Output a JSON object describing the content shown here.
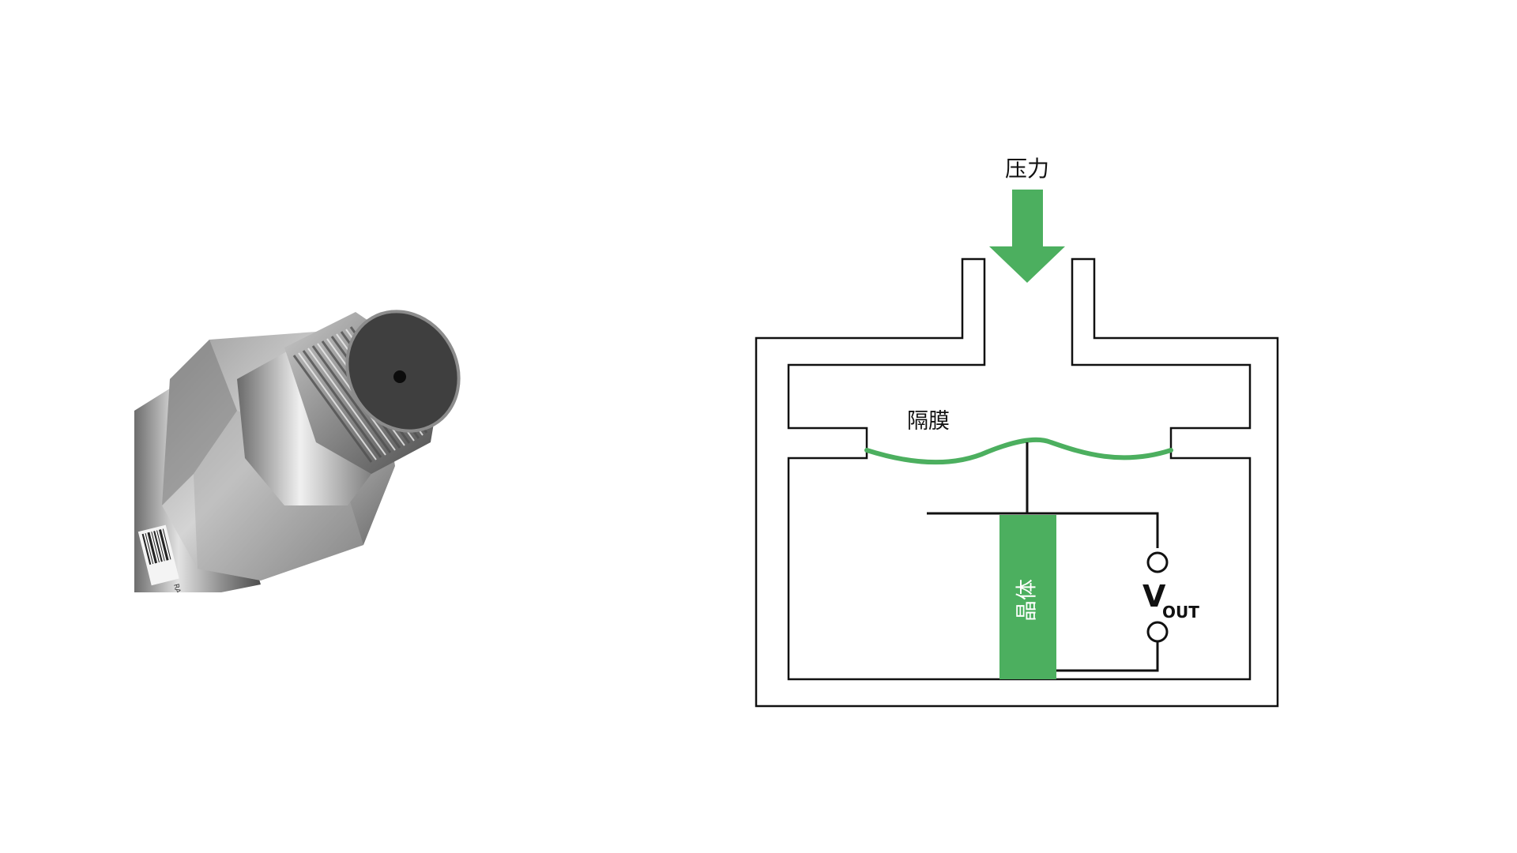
{
  "diagram": {
    "pressure_label": "压力",
    "diaphragm_label": "隔膜",
    "crystal_label": "晶体",
    "vout_main": "V",
    "vout_sub": "OUT"
  },
  "photo": {
    "label_text": "RANG"
  },
  "colors": {
    "accent_green": "#4caf5f",
    "line_black": "#111111",
    "steel_dark": "#3a3a3a",
    "steel_light": "#d8d8d8"
  }
}
